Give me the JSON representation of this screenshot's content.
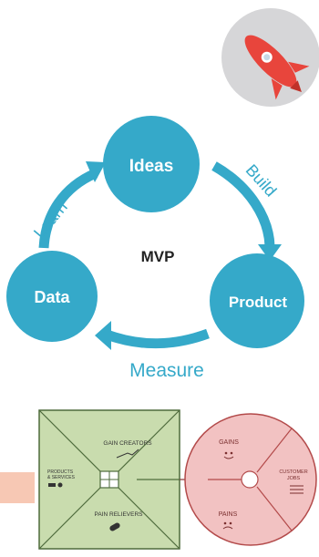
{
  "cycle": {
    "center_label": "MVP",
    "nodes": {
      "ideas": "Ideas",
      "data": "Data",
      "product": "Product"
    },
    "arrows": {
      "learn": "Learn",
      "build": "Build",
      "measure": "Measure"
    }
  },
  "canvas": {
    "gain_creators": "GAIN CREATORS",
    "products_services_line1": "PRODUCTS",
    "products_services_line2": "& SERVICES",
    "pain_relievers": "PAIN RELIEVERS",
    "gains": "GAINS",
    "pains": "PAINS",
    "customer_jobs_line1": "CUSTOMER",
    "customer_jobs_line2": "JOBS"
  },
  "colors": {
    "cycle": "#35a9c9",
    "canvas_green": "#c9dcae",
    "canvas_red": "#f2c2c2",
    "peach": "#f7c8b4",
    "rocket": "#e8453c"
  },
  "icons": [
    "rocket-icon",
    "gift-icon",
    "pill-icon",
    "smile-icon",
    "frown-icon",
    "checklist-icon"
  ]
}
